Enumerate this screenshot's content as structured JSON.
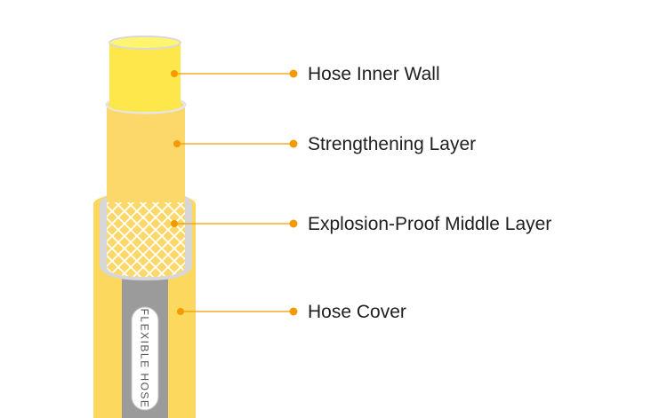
{
  "colors": {
    "inner_wall": "#fde74a",
    "inner_wall_top": "#fff56f",
    "strengthening": "#fcd86a",
    "mesh": "#ffffff",
    "cover": "#fcd95e",
    "stripe": "#9b9b9b",
    "ring": "#d7d7d7",
    "accent": "#f39a00"
  },
  "labels": {
    "inner_wall": "Hose Inner Wall",
    "strengthening": "Strengthening Layer",
    "middle": "Explosion-Proof Middle Layer",
    "cover": "Hose Cover"
  },
  "hose_text": "FLEXIBLE HOSE"
}
